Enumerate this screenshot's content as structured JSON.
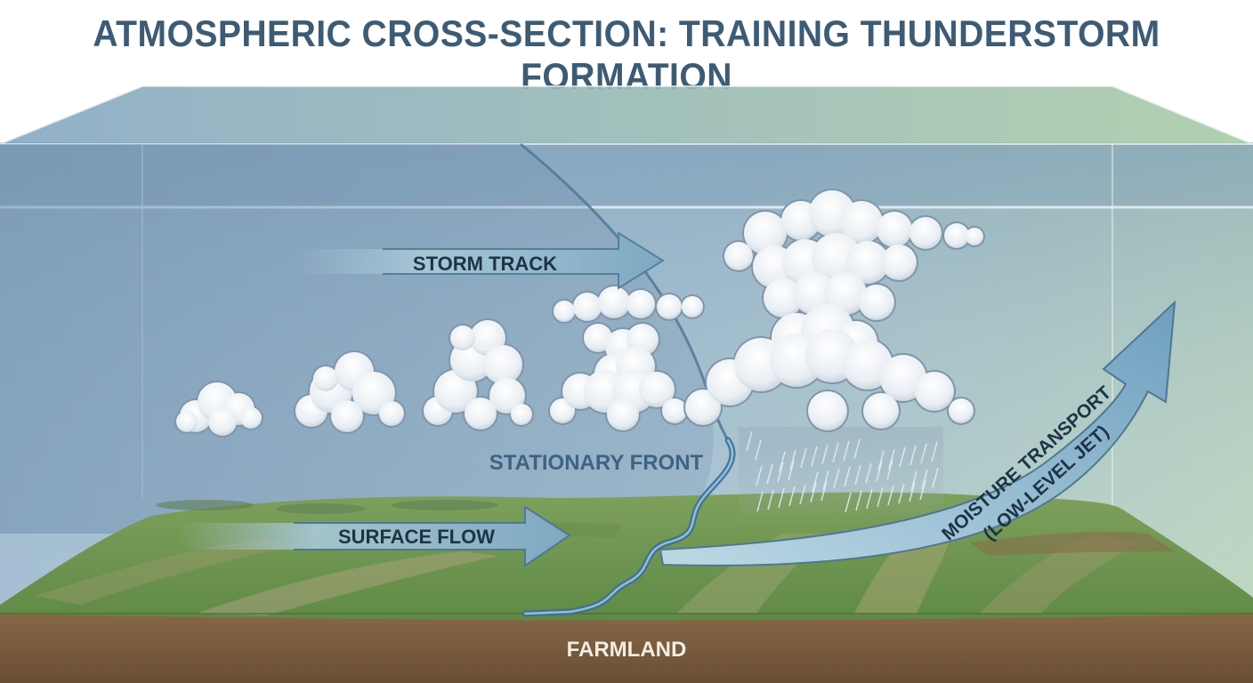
{
  "title": "ATMOSPHERIC CROSS-SECTION: TRAINING THUNDERSTORM FORMATION",
  "labels": {
    "storm_track": "STORM TRACK",
    "stationary_front": "STATIONARY FRONT",
    "surface_flow": "SURFACE FLOW",
    "moisture_transport_line1": "MOISTURE TRANSPORT",
    "moisture_transport_line2": "(LOW-LEVEL JET)",
    "farmland": "FARMLAND"
  },
  "colors": {
    "title": "#3e5b74",
    "arrow_fill": "#8fb6c9",
    "arrow_stroke": "#4f7890",
    "front_line": "#3b6e9a",
    "ground_green": "#6f9650",
    "soil": "#7a5c3e",
    "sky_left": "#9fb9cf",
    "sky_right": "#b6d2b4"
  }
}
